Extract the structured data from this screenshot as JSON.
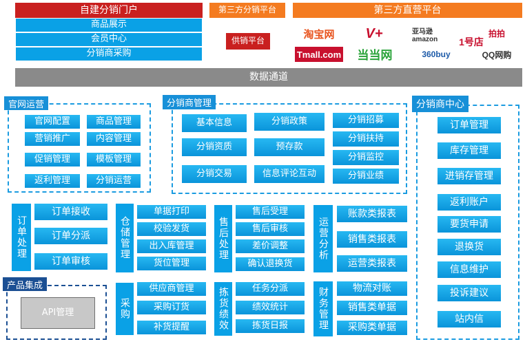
{
  "top": {
    "self_portal": "自建分销门户",
    "self_items": [
      "商品展示",
      "会员中心",
      "分销商采购"
    ],
    "third_dist": "第三方分销平台",
    "supply_platform": "供销平台",
    "third_direct": "第三方直营平台",
    "logos": [
      "淘宝网",
      "V+",
      "亚马逊 amazon",
      "拍拍",
      "Tmall.com",
      "当当网",
      "1号店",
      "360buy",
      "QQ网购"
    ]
  },
  "data_channel": "数据通道",
  "official": {
    "title": "官网运营",
    "items": [
      "官网配置",
      "商品管理",
      "营销推广",
      "内容管理",
      "促销管理",
      "模板管理",
      "返利管理",
      "分销运营"
    ]
  },
  "dist_mgmt": {
    "title": "分销商管理",
    "items": [
      "基本信息",
      "分销政策",
      "分销招募",
      "分销扶持",
      "分销资质",
      "预存款",
      "分销监控",
      "分销交易",
      "信息评论互动",
      "分销业绩"
    ]
  },
  "dist_center": {
    "title": "分销商中心",
    "items": [
      "订单管理",
      "库存管理",
      "进销存管理",
      "返利账户",
      "要货申请",
      "退换货",
      "信息维护",
      "投诉建议",
      "站内信"
    ]
  },
  "order": {
    "label": "订单处理",
    "items": [
      "订单接收",
      "订单分派",
      "订单审核"
    ]
  },
  "warehouse": {
    "label": "仓储管理",
    "items": [
      "单据打印",
      "校验发货",
      "出入库管理",
      "货位管理"
    ]
  },
  "after_sale": {
    "label": "售后处理",
    "items": [
      "售后受理",
      "售后审核",
      "差价调整",
      "确认退换货"
    ]
  },
  "ops": {
    "label": "运营分析",
    "items": [
      "账款类报表",
      "销售类报表",
      "运营类报表"
    ]
  },
  "product": {
    "title": "产品集成",
    "api": "API管理"
  },
  "purchase": {
    "label": "采购",
    "items": [
      "供应商管理",
      "采购订货",
      "补货提醒"
    ]
  },
  "picking": {
    "label": "拣货绩效",
    "items": [
      "任务分派",
      "绩效统计",
      "拣货日报"
    ]
  },
  "finance": {
    "label": "财务管理",
    "items": [
      "物流对账",
      "销售类单据",
      "采购类单据"
    ]
  }
}
